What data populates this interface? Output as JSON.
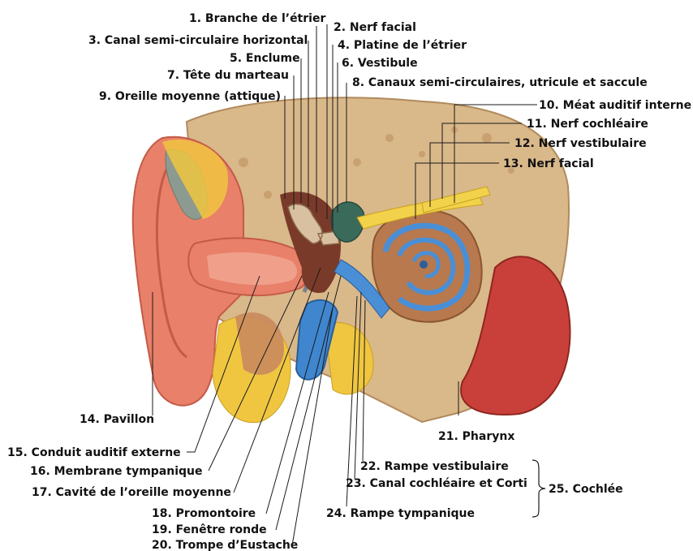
{
  "labels": {
    "l1": "1. Branche de l’étrier",
    "l2": "2. Nerf facial",
    "l3": "3. Canal semi-circulaire horizontal",
    "l4": "4. Platine de l’étrier",
    "l5": "5. Enclume",
    "l6": "6. Vestibule",
    "l7": "7. Tête du marteau",
    "l8": "8. Canaux semi-circulaires, utricule et saccule",
    "l9": "9. Oreille moyenne (attique)",
    "l10": "10. Méat auditif interne",
    "l11": "11. Nerf cochléaire",
    "l12": "12. Nerf vestibulaire",
    "l13": "13. Nerf facial",
    "l14": "14. Pavillon",
    "l15": "15. Conduit auditif externe",
    "l16": "16. Membrane tympanique",
    "l17": "17. Cavité de l’oreille moyenne",
    "l18": "18. Promontoire",
    "l19": "19. Fenêtre ronde",
    "l20": "20. Trompe d’Eustache",
    "l21": "21. Pharynx",
    "l22": "22. Rampe vestibulaire",
    "l23": "23. Canal cochléaire et Corti",
    "l24": "24. Rampe tympanique",
    "l25": "25. Cochlée"
  },
  "colors": {
    "skin": "#e8806a",
    "skin_dark": "#c45a48",
    "bone": "#d9b88a",
    "bone_dark": "#b08a5c",
    "fat": "#f0c640",
    "grey_tissue": "#8c9a90",
    "muscle": "#c98a5e",
    "eustachian_tube": "#3f86cf",
    "cochlea_blue": "#4a8fd6",
    "cochlea_body": "#b8794e",
    "nerve": "#f2d24a",
    "pharynx": "#c9403a"
  }
}
